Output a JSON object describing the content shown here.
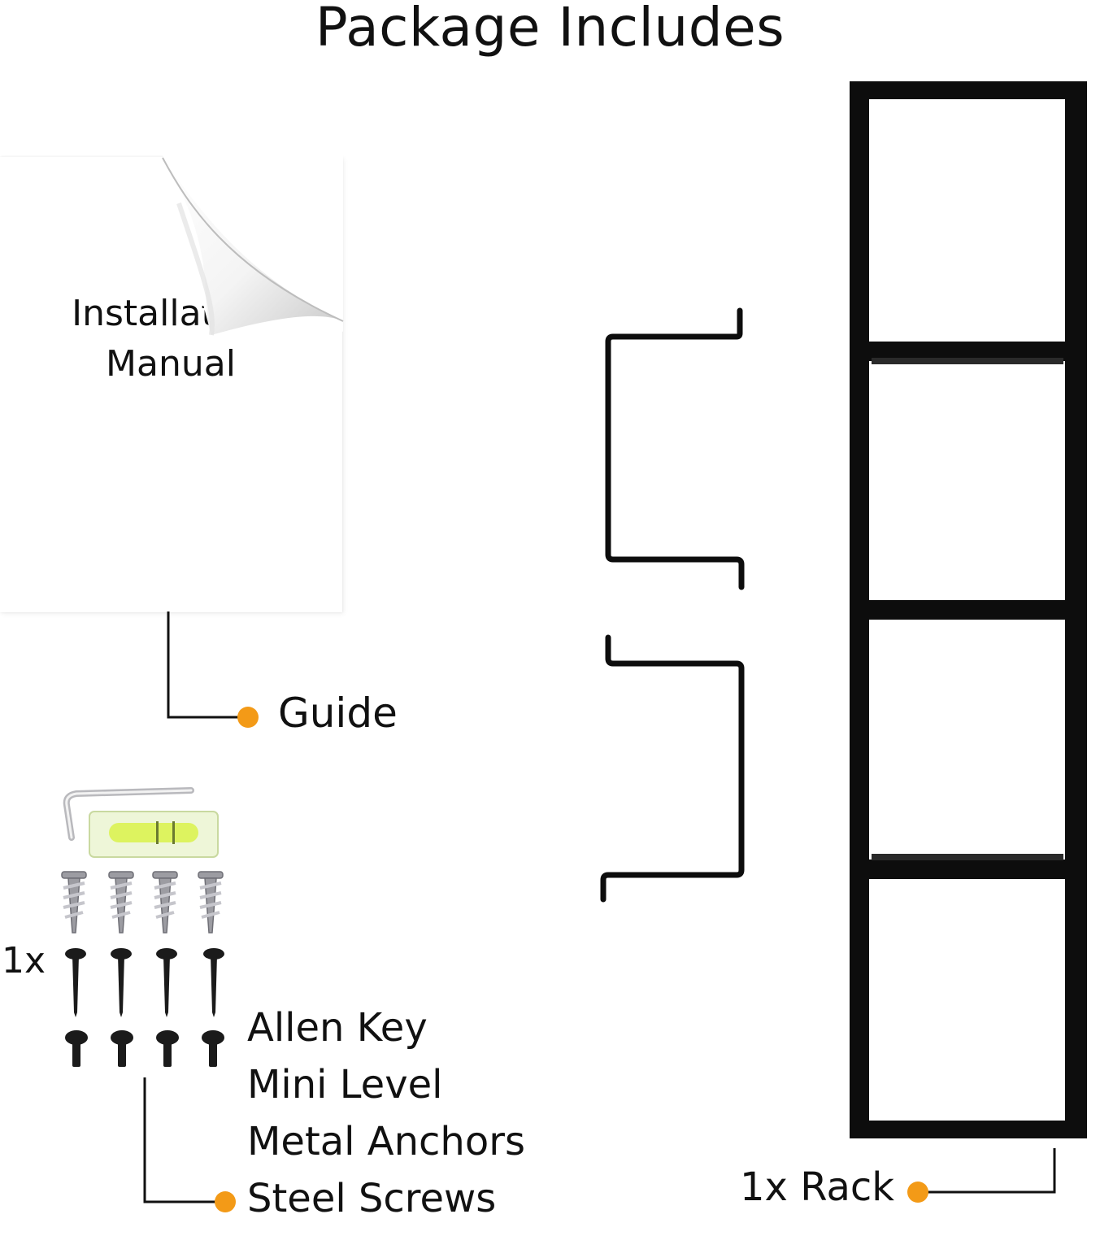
{
  "page": {
    "title": "Package Includes"
  },
  "manual": {
    "line1": "Installation",
    "line2": "Manual"
  },
  "items": {
    "guide_label": "Guide",
    "quantity_label": "1x",
    "hardware_labels": [
      "Allen Key",
      "Mini Level",
      "Metal Anchors",
      "Steel Screws"
    ],
    "rack_label": "1x Rack"
  },
  "colors": {
    "accent_dot": "#f39a17",
    "rack": "#0d0d0d",
    "level_liquid": "#d9f24a"
  },
  "icons": [
    "allen-key-icon",
    "mini-level-icon",
    "metal-anchor-icon",
    "long-screw-icon",
    "short-screw-icon",
    "wall-bracket-icon",
    "rack-frame-icon"
  ]
}
